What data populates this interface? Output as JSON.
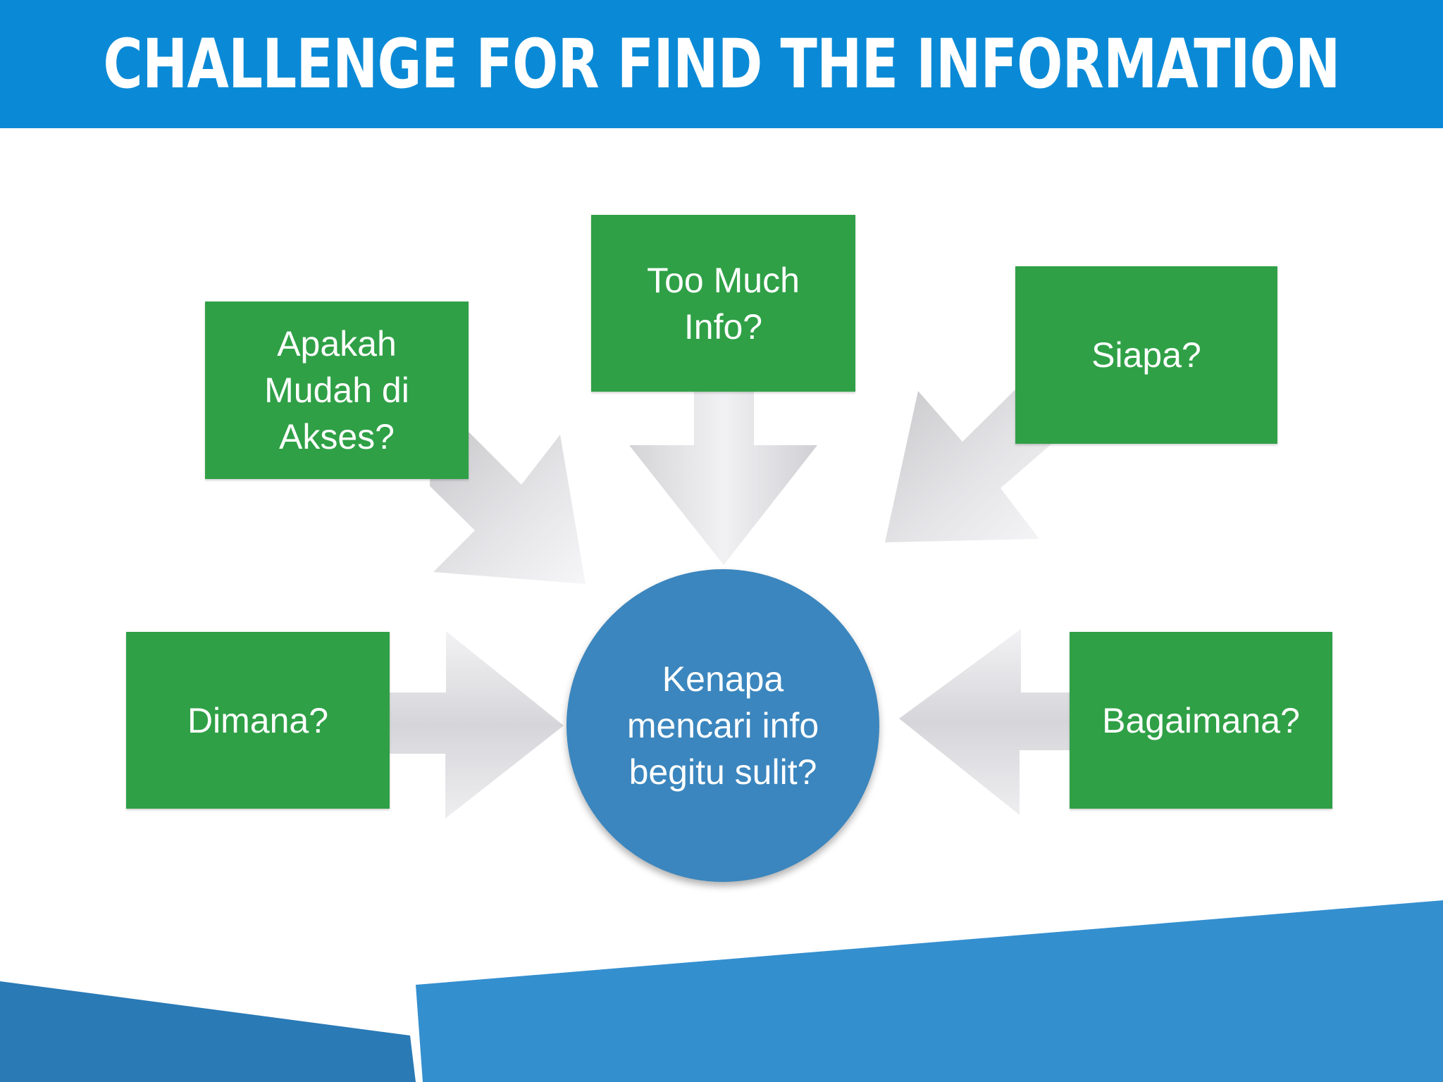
{
  "header": {
    "title": "CHALLENGE FOR FIND THE INFORMATION"
  },
  "diagram": {
    "center": {
      "label": "Kenapa\nmencari info\nbegitu sulit?"
    },
    "boxes": [
      {
        "label": "Apakah\nMudah di\nAkses?"
      },
      {
        "label": "Too Much\nInfo?"
      },
      {
        "label": "Siapa?"
      },
      {
        "label": "Dimana?"
      },
      {
        "label": "Bagaimana?"
      }
    ]
  },
  "colors": {
    "header_blue": "#0a8ad6",
    "box_green": "#2fa046",
    "circle_blue": "#3b86be",
    "arrow_gray": "#d9d9dc",
    "footer_blue_dark": "#2a7ab6",
    "footer_blue_light": "#348fcf"
  }
}
